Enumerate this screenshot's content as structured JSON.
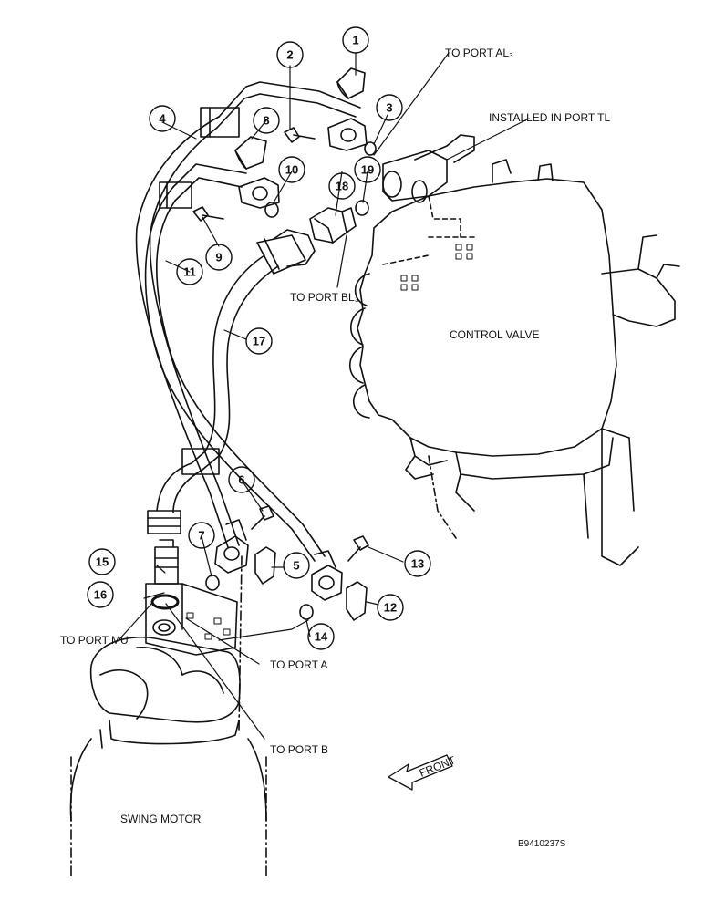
{
  "callouts": [
    {
      "n": "1"
    },
    {
      "n": "2"
    },
    {
      "n": "3"
    },
    {
      "n": "4"
    },
    {
      "n": "5"
    },
    {
      "n": "6"
    },
    {
      "n": "7"
    },
    {
      "n": "8"
    },
    {
      "n": "9"
    },
    {
      "n": "10"
    },
    {
      "n": "11"
    },
    {
      "n": "12"
    },
    {
      "n": "13"
    },
    {
      "n": "14"
    },
    {
      "n": "15"
    },
    {
      "n": "16"
    },
    {
      "n": "17"
    },
    {
      "n": "18"
    },
    {
      "n": "19"
    }
  ],
  "labels": {
    "to_port_al3": "TO PORT AL₃",
    "installed_port_tl": "INSTALLED IN PORT TL",
    "to_port_bl3": "TO PORT BL₃",
    "control_valve": "CONTROL VALVE",
    "to_port_mu": "TO PORT MU",
    "to_port_a": "TO PORT A",
    "to_port_b": "TO PORT B",
    "front": "FRONT",
    "swing_motor": "SWING MOTOR",
    "figure_code": "B9410237S"
  },
  "colors": {
    "line": "#111111",
    "background": "#ffffff"
  }
}
